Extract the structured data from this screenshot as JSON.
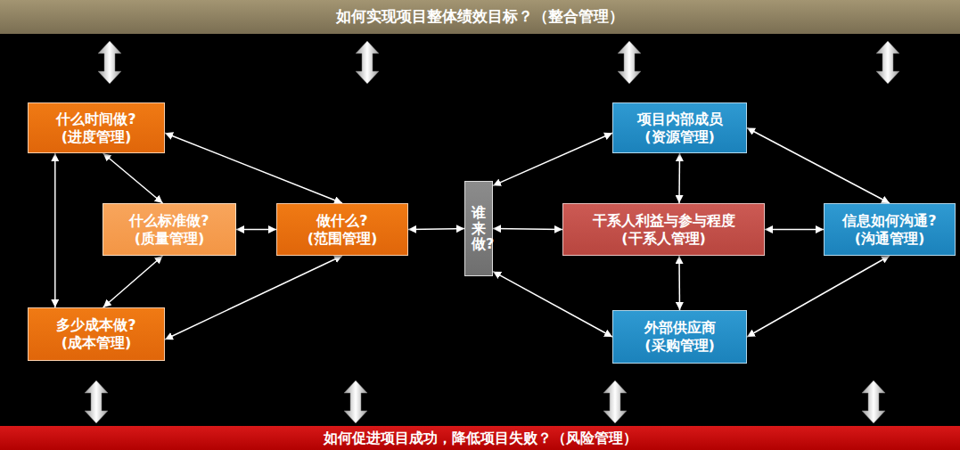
{
  "diagram": {
    "nodes": [
      {
        "text": [
          "如何实现项目整体绩效目标？（整合管理）"
        ]
      },
      {
        "text": [
          "什么时间做?",
          "(进度管理)"
        ]
      },
      {
        "text": [
          "什么标准做?",
          "(质量管理)"
        ]
      },
      {
        "text": [
          "多少成本做?",
          "(成本管理)"
        ]
      },
      {
        "text": [
          "做什么?",
          "(范围管理)"
        ]
      },
      {
        "text": [
          "谁来做?"
        ]
      },
      {
        "text": [
          "项目内部成员",
          "(资源管理)"
        ]
      },
      {
        "text": [
          "干系人利益与参与程度",
          "(干系人管理)"
        ]
      },
      {
        "text": [
          "信息如何沟通?",
          "(沟通管理)"
        ]
      },
      {
        "text": [
          "外部供应商",
          "(采购管理)"
        ]
      },
      {
        "text": [
          "如何促进项目成功，降低项目失败？（风险管理）"
        ]
      }
    ],
    "edges": [
      {
        "from": 1,
        "to": 2,
        "arrow": "both"
      },
      {
        "from": 1,
        "to": 4,
        "arrow": "both"
      },
      {
        "from": 1,
        "to": 3,
        "arrow": "both"
      },
      {
        "from": 2,
        "to": 4,
        "arrow": "both"
      },
      {
        "from": 2,
        "to": 3,
        "arrow": "both"
      },
      {
        "from": 3,
        "to": 4,
        "arrow": "both"
      },
      {
        "from": 4,
        "to": 5,
        "arrow": "both"
      },
      {
        "from": 5,
        "to": 6,
        "arrow": "both"
      },
      {
        "from": 5,
        "to": 7,
        "arrow": "both"
      },
      {
        "from": 5,
        "to": 9,
        "arrow": "both"
      },
      {
        "from": 6,
        "to": 7,
        "arrow": "both"
      },
      {
        "from": 7,
        "to": 9,
        "arrow": "both"
      },
      {
        "from": 7,
        "to": 8,
        "arrow": "both"
      },
      {
        "from": 6,
        "to": 8,
        "arrow": "both"
      },
      {
        "from": 9,
        "to": 8,
        "arrow": "both"
      }
    ]
  }
}
